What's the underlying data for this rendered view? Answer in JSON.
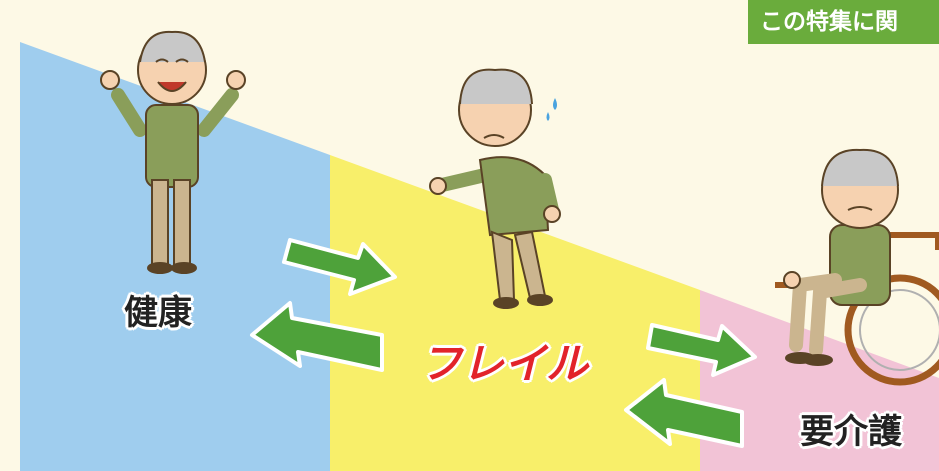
{
  "banner": {
    "text": "この特集に関"
  },
  "stages": {
    "healthy": "健康",
    "frail": "フレイル",
    "care": "要介護"
  },
  "colors": {
    "background": "#fdf9e6",
    "healthy_zone": "#9fcdee",
    "frail_zone": "#f8ef6a",
    "care_zone": "#f2c3d6",
    "arrow": "#4ea23a",
    "banner": "#6aac3c",
    "frail_text": "#e2232a"
  },
  "figures": {
    "healthy": "happy-elderly-man-icon",
    "frail": "frail-elderly-man-icon",
    "care": "elderly-man-wheelchair-icon"
  }
}
